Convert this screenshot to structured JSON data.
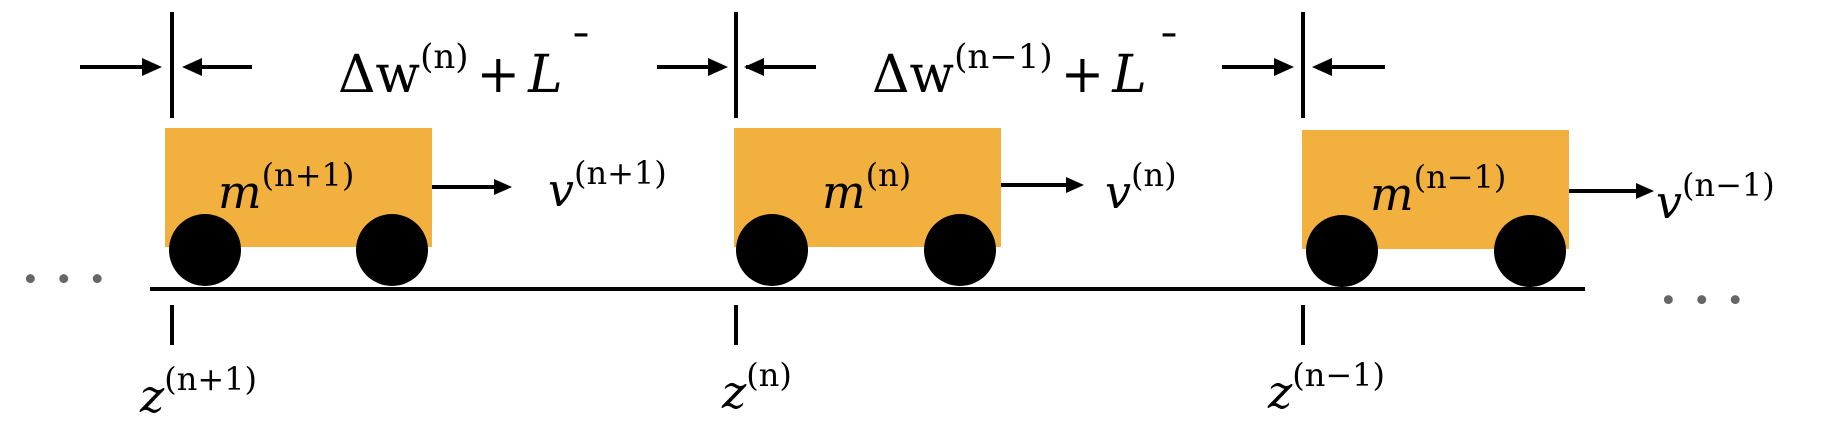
{
  "colors": {
    "cart_body": "#F2B03F",
    "wheel": "#000000",
    "line": "#000000",
    "ellipsis": "#666666"
  },
  "carts": [
    {
      "mass": "m",
      "mass_sup": "(n+1)",
      "vel": "v",
      "vel_sup": "(n+1)",
      "pos": "z",
      "pos_sup": "(n+1)"
    },
    {
      "mass": "m",
      "mass_sup": "(n)",
      "vel": "v",
      "vel_sup": "(n)",
      "pos": "z",
      "pos_sup": "(n)"
    },
    {
      "mass": "m",
      "mass_sup": "(n−1)",
      "vel": "v",
      "vel_sup": "(n−1)",
      "pos": "z",
      "pos_sup": "(n−1)"
    }
  ],
  "gaps": [
    {
      "delta": "Δw",
      "sup": "(n)",
      "plus": "+",
      "L": "L",
      "bar": "¯"
    },
    {
      "delta": "Δw",
      "sup": "(n−1)",
      "plus": "+",
      "L": "L",
      "bar": "¯"
    }
  ],
  "ellipsis": {
    "left": "· · ·",
    "right": "· · ·"
  }
}
